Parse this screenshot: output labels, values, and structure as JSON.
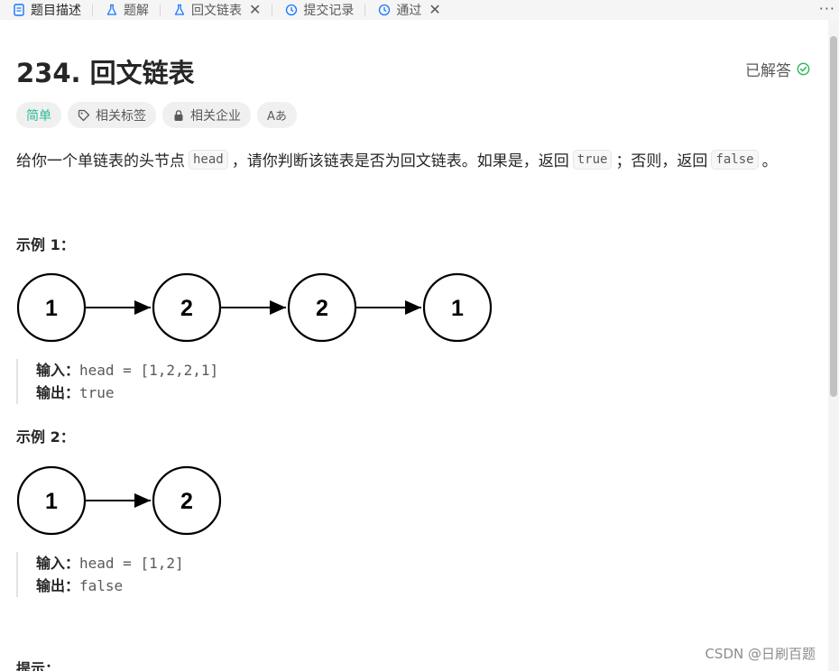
{
  "tabs": [
    {
      "label": "题目描述",
      "icon": "document-icon",
      "closable": false,
      "active": true
    },
    {
      "label": "题解",
      "icon": "flask-icon",
      "closable": false
    },
    {
      "label": "回文链表",
      "icon": "flask-icon",
      "closable": true
    },
    {
      "label": "提交记录",
      "icon": "history-icon",
      "closable": false
    },
    {
      "label": "通过",
      "icon": "history-icon",
      "closable": true
    }
  ],
  "more_label": "···",
  "problem": {
    "title": "234. 回文链表",
    "status": "已解答",
    "status_color": "#2db55d"
  },
  "chips": {
    "difficulty": "简单",
    "difficulty_color": "#2cbb9b",
    "tags": "相关标签",
    "companies": "相关企业",
    "translate": "Aあ"
  },
  "description": {
    "part1": "给你一个单链表的头节点",
    "code1": "head",
    "part2": "，请你判断该链表是否为回文链表。如果是，返回",
    "code2": "true",
    "part3": "；否则，返回",
    "code3": "false",
    "part4": "。"
  },
  "examples": [
    {
      "title": "示例 1：",
      "nodes": [
        "1",
        "2",
        "2",
        "1"
      ],
      "input_label": "输入：",
      "input_value": "head = [1,2,2,1]",
      "output_label": "输出：",
      "output_value": "true"
    },
    {
      "title": "示例 2：",
      "nodes": [
        "1",
        "2"
      ],
      "input_label": "输入：",
      "input_value": "head = [1,2]",
      "output_label": "输出：",
      "output_value": "false"
    }
  ],
  "tips_title": "提示：",
  "watermark": "CSDN @日刷百题"
}
